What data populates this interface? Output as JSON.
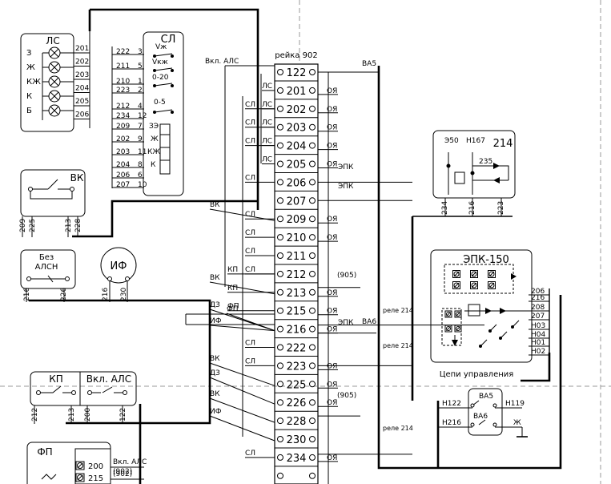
{
  "rail": {
    "title": "рейка 902",
    "terminals": [
      "122",
      "201",
      "202",
      "203",
      "204",
      "205",
      "206",
      "207",
      "209",
      "210",
      "211",
      "212",
      "213",
      "215",
      "216",
      "222",
      "223",
      "225",
      "226",
      "228",
      "230",
      "234"
    ]
  },
  "ls": {
    "title": "ЛС",
    "lamps": [
      "З",
      "Ж",
      "КЖ",
      "К",
      "Б"
    ],
    "wires": [
      "201",
      "202",
      "203",
      "204",
      "205",
      "206"
    ]
  },
  "sl": {
    "title": "СЛ",
    "labels": [
      "Vж",
      "Vкж",
      "0-20",
      "0-5",
      "ЗЭ",
      "Ж",
      "КЖ",
      "К"
    ],
    "pins": [
      "3",
      "5",
      "1",
      "2",
      "4",
      "12",
      "7",
      "9",
      "11",
      "8",
      "6",
      "10"
    ],
    "wires": [
      "222",
      "211",
      "210",
      "223",
      "212",
      "234",
      "209",
      "202",
      "203",
      "204",
      "206",
      "207"
    ]
  },
  "vk": {
    "title": "ВК",
    "wires": [
      "209",
      "225",
      "213",
      "228"
    ]
  },
  "bez": {
    "title_1": "Без",
    "title_2": "АЛСН",
    "wires": [
      "216",
      "226"
    ]
  },
  "if_block": {
    "title": "ИФ",
    "wires": [
      "216",
      "230"
    ]
  },
  "kp": {
    "title": "КП",
    "title_2": "Вкл. АЛС",
    "wires": [
      "212",
      "213",
      "200",
      "122"
    ]
  },
  "fp": {
    "title": "ФП",
    "terminals": [
      "200",
      "215"
    ],
    "label": "Вкл. АЛС",
    "wires": [
      "(902)",
      "(902)"
    ]
  },
  "b214": {
    "title": "214",
    "labels": [
      "Э50",
      "Н167",
      "235"
    ],
    "wires": [
      "234",
      "216",
      "223"
    ]
  },
  "epk": {
    "title": "ЭПК-150",
    "wires": [
      "206",
      "216",
      "208",
      "207",
      "Н03",
      "Н04",
      "Н01",
      "Н02"
    ],
    "caption": "Цепи управления"
  },
  "va": {
    "labels": [
      "ВА5",
      "ВА6"
    ],
    "wires": [
      "Н122",
      "Н119",
      "Н216",
      "Ж"
    ]
  },
  "labels": {
    "vkl_als": "Вкл. АЛС",
    "va5": "ВА5",
    "va6": "ВА6",
    "left": [
      {
        "t": "ЛС",
        "r": "201"
      },
      {
        "t": "ЛС",
        "r": "202"
      },
      {
        "t": "ЛС",
        "r": "203"
      },
      {
        "t": "ЛС",
        "r": "204"
      },
      {
        "t": "ЛС",
        "r": "205"
      },
      {
        "t": "СЛ",
        "r": "202"
      },
      {
        "t": "СЛ",
        "r": "203"
      },
      {
        "t": "СЛ",
        "r": "204"
      },
      {
        "t": "СЛ",
        "r": "206"
      },
      {
        "t": "СЛ",
        "r": "209"
      },
      {
        "t": "СЛ",
        "r": "210"
      },
      {
        "t": "СЛ",
        "r": "211"
      },
      {
        "t": "СЛ",
        "r": "212"
      },
      {
        "t": "КП",
        "r": "212"
      },
      {
        "t": "КП",
        "r": "213"
      },
      {
        "t": "ФП",
        "r": "215"
      },
      {
        "t": "СЛ",
        "r": "222"
      },
      {
        "t": "СЛ",
        "r": "223"
      },
      {
        "t": "СЛ",
        "r": "234"
      }
    ],
    "far_left": [
      "ВК",
      "ВК",
      "ФП",
      "ДЗ",
      "ИФ",
      "ВК",
      "ДЗ",
      "ВК",
      "ИФ"
    ],
    "oya": "ОЯ",
    "epk": "ЭПК",
    "n905": "(905)",
    "rele": "реле 214"
  }
}
